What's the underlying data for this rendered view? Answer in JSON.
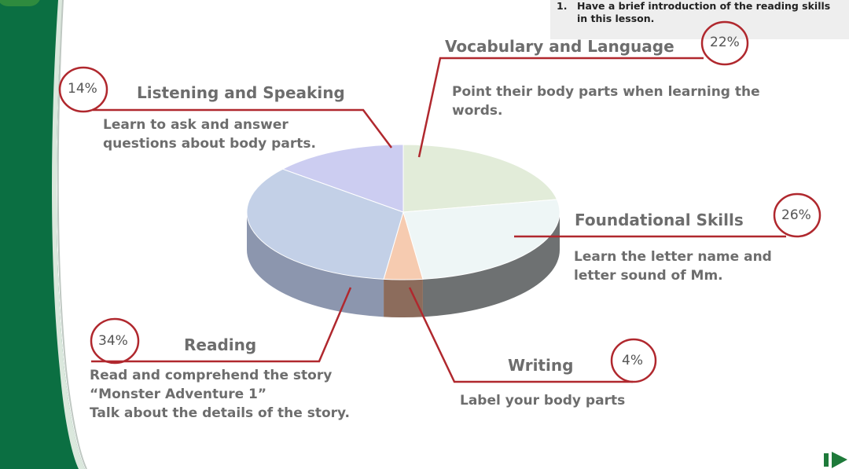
{
  "task": {
    "number": "1.",
    "text": "Have a brief introduction of the reading skills in this lesson."
  },
  "chart_data": {
    "type": "pie",
    "style": "3d",
    "start_angle_deg": -90,
    "direction": "clockwise",
    "slices": [
      {
        "name": "Vocabulary and Language",
        "value": 22,
        "percent_label": "22%",
        "color": "#e2ecd9",
        "side": "#a9b5a0",
        "description": "Point their body parts when learning the words."
      },
      {
        "name": "Foundational Skills",
        "value": 26,
        "percent_label": "26%",
        "color": "#eef6f6",
        "side": "#6e7172",
        "description": "Learn the letter name and letter sound of Mm."
      },
      {
        "name": "Writing",
        "value": 4,
        "percent_label": "4%",
        "color": "#f6cbb0",
        "side": "#8c6c5c",
        "description": "Label your body parts"
      },
      {
        "name": "Reading",
        "value": 34,
        "percent_label": "34%",
        "color": "#c3d0e7",
        "side": "#8c96ae",
        "description": "Read and comprehend the story “Monster Adventure 1” Talk about the details of the story.",
        "description_lines": [
          "Read and comprehend the story",
          "“Monster Adventure 1”",
          "Talk about the details of the story."
        ]
      },
      {
        "name": "Listening and Speaking",
        "value": 14,
        "percent_label": "14%",
        "color": "#cccdf1",
        "side": "#8f8fb0",
        "description": "Learn to ask and answer questions about body parts.",
        "description_lines": [
          "Learn to ask and answer",
          "questions about  body parts."
        ]
      }
    ]
  },
  "labels": {
    "vocab": {
      "title": "Vocabulary and Language",
      "pct": "22%",
      "desc_lines": [
        "Point their body parts when learning the",
        "words."
      ]
    },
    "found": {
      "title": "Foundational Skills",
      "pct": "26%",
      "desc_lines": [
        "Learn the letter name and",
        "letter sound of Mm."
      ]
    },
    "writing": {
      "title": "Writing",
      "pct": "4%",
      "desc_lines": [
        "Label your body parts"
      ]
    },
    "reading": {
      "title": "Reading",
      "pct": "34%",
      "desc_lines": [
        "Read and comprehend the story",
        "“Monster Adventure 1”",
        "Talk about the details of the story."
      ]
    },
    "listen": {
      "title": "Listening and Speaking",
      "pct": "14%",
      "desc_lines": [
        "Learn to ask and answer",
        "questions about  body parts."
      ]
    }
  },
  "colors": {
    "sidebar_green": "#0b6f42",
    "accent_red": "#b0282e",
    "nav_green": "#1e7a3a"
  },
  "icons": {
    "next": "next-slide-icon"
  }
}
